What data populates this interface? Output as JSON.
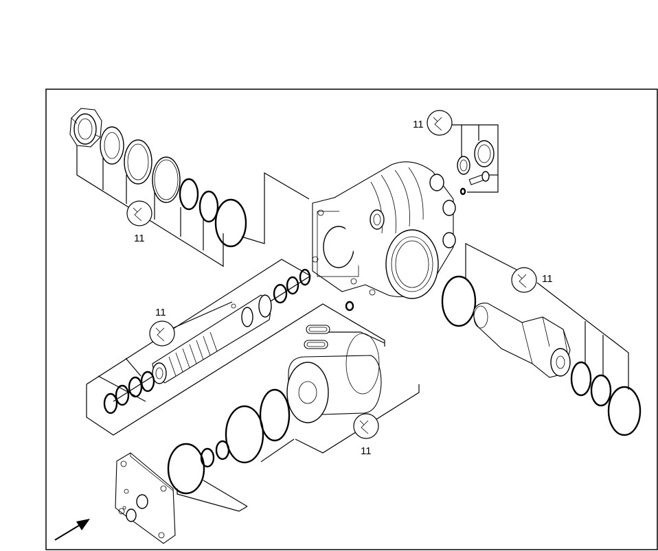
{
  "diagram": {
    "callouts": [
      {
        "id": "seal-kit-left",
        "label": "11",
        "icon": "wrench-icon"
      },
      {
        "id": "seal-kit-top-right",
        "label": "11",
        "icon": "wrench-icon"
      },
      {
        "id": "seal-kit-spool",
        "label": "11",
        "icon": "wrench-icon"
      },
      {
        "id": "seal-kit-shaft",
        "label": "11",
        "icon": "wrench-icon"
      },
      {
        "id": "seal-kit-piston",
        "label": "11",
        "icon": "wrench-icon"
      }
    ],
    "orientation_icon": "direction-arrow-icon",
    "colors": {
      "line": "#000000",
      "background": "#ffffff"
    }
  }
}
